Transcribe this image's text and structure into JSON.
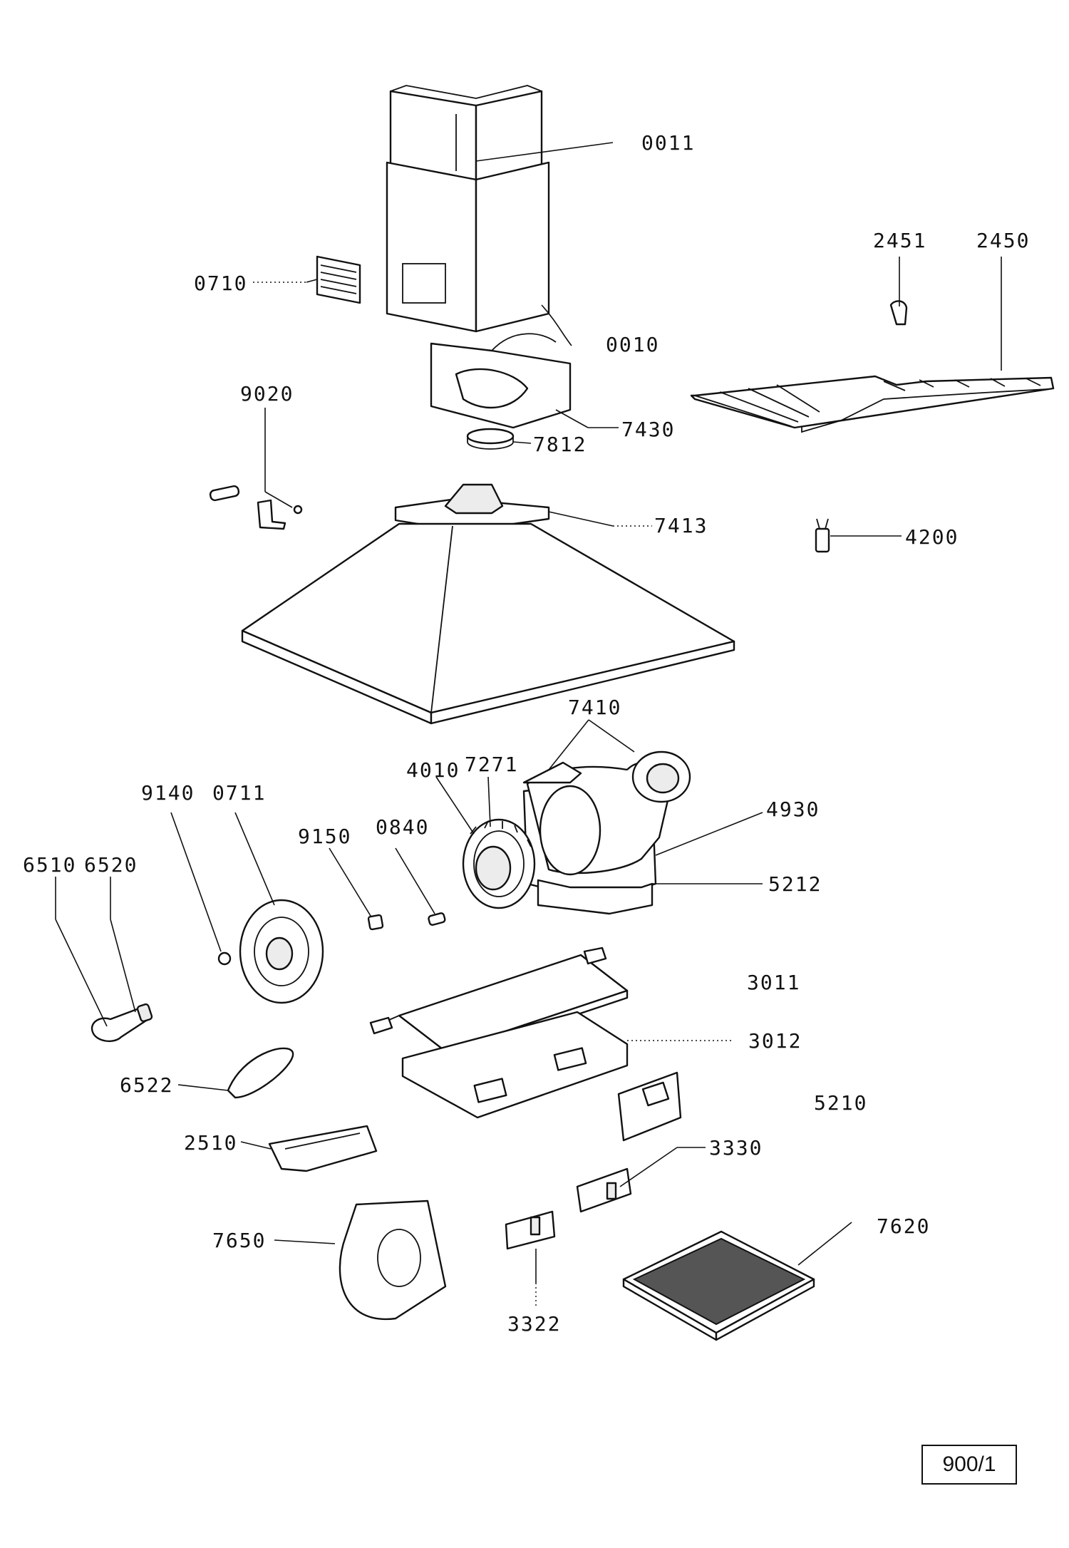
{
  "drawing": {
    "page_ref": "900/1",
    "part_numbers": {
      "p0011": "0011",
      "p0010": "0010",
      "p0710": "0710",
      "p2451": "2451",
      "p2450": "2450",
      "p9020": "9020",
      "p7430": "7430",
      "p7812": "7812",
      "p7413": "7413",
      "p4200": "4200",
      "p7410": "7410",
      "p4010": "4010",
      "p7271": "7271",
      "p4930": "4930",
      "p9140": "9140",
      "p0711": "0711",
      "p9150": "9150",
      "p0840": "0840",
      "p6510": "6510",
      "p6520": "6520",
      "p5212": "5212",
      "p3011": "3011",
      "p3012": "3012",
      "p6522": "6522",
      "p5210": "5210",
      "p2510": "2510",
      "p3330": "3330",
      "p7650": "7650",
      "p7620": "7620",
      "p3322": "3322"
    }
  }
}
